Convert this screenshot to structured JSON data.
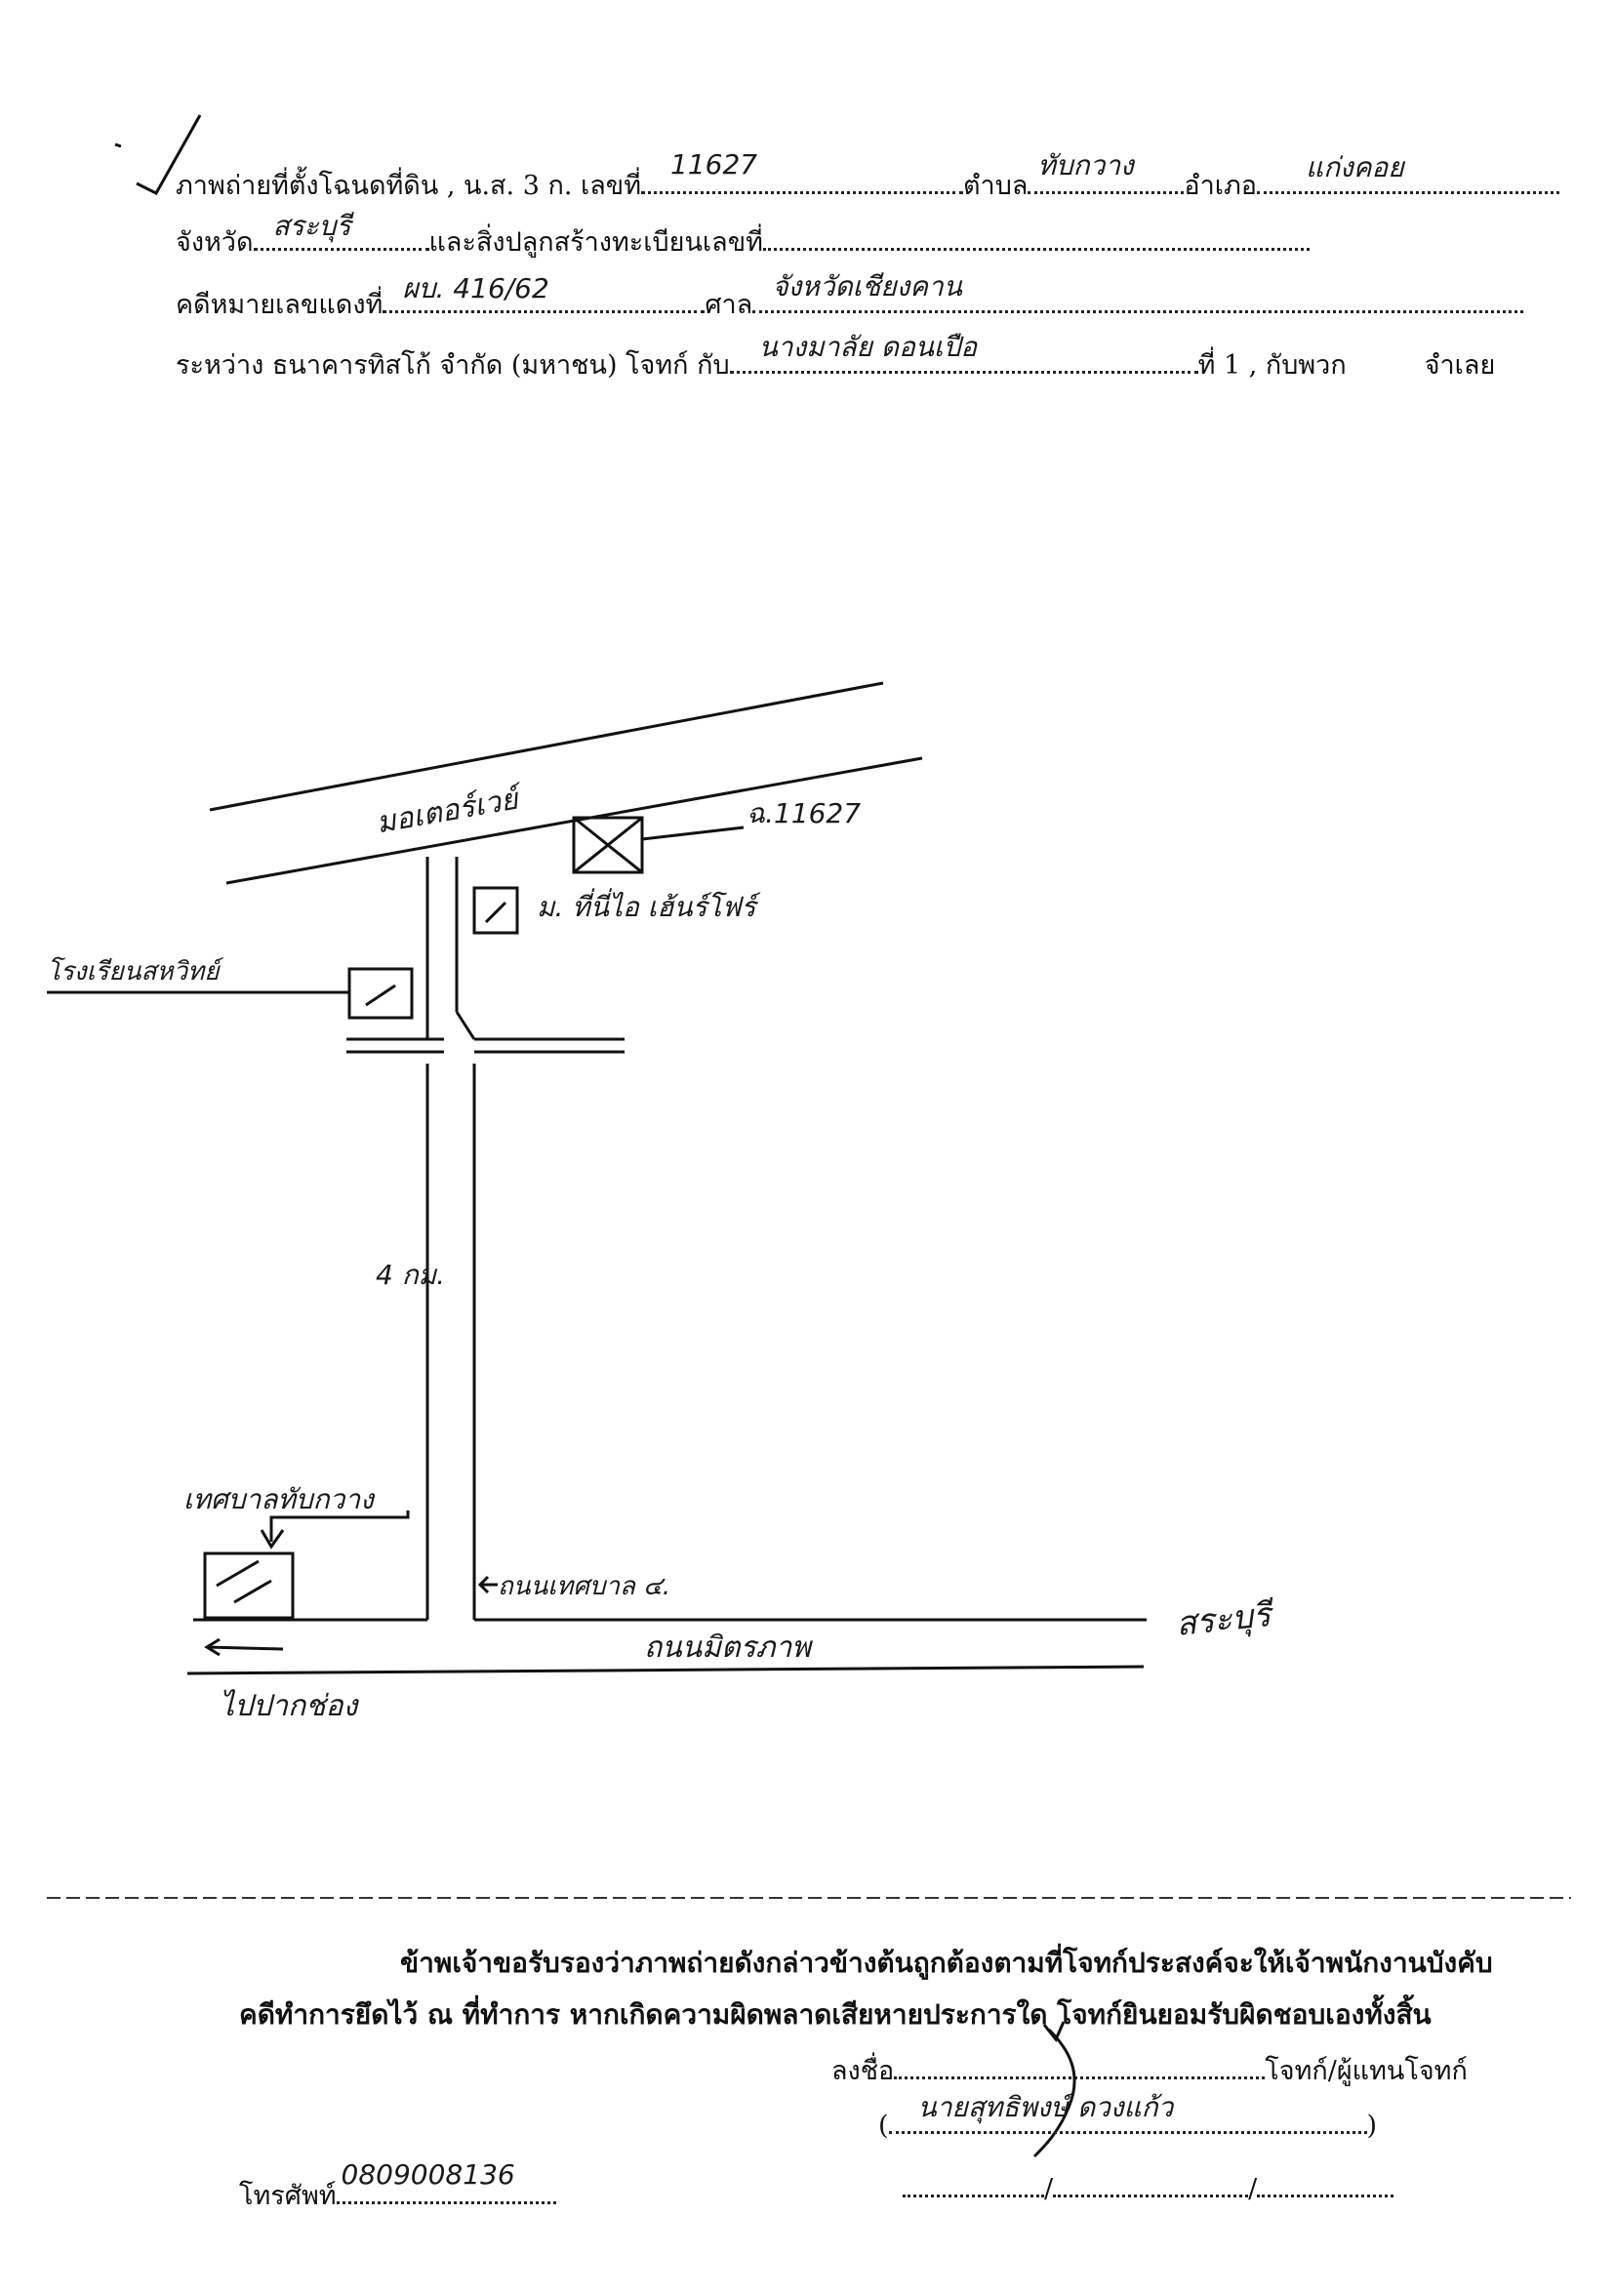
{
  "header": {
    "line1": {
      "prefix": "ภาพถ่ายที่ตั้งโฉนดที่ดิน , น.ส. 3 ก. เลขที่",
      "deed_no": "11627",
      "tambon_label": "ตำบล",
      "tambon_value": "ทับกวาง",
      "amphoe_label": "อำเภอ",
      "amphoe_value": "แก่งคอย"
    },
    "line2": {
      "province_label": "จังหวัด",
      "province_value": "สระบุรี",
      "building_label": "และสิ่งปลูกสร้างทะเบียนเลขที่"
    },
    "line3": {
      "case_label": "คดีหมายเลขแดงที่",
      "case_value": "ผบ. 416/62",
      "court_label": "ศาล",
      "court_value": "จังหวัดเชียงคาน"
    },
    "line4": {
      "parties_prefix": "ระหว่าง ธนาคารทิสโก้ จำกัด (มหาชน) โจทก์ กับ",
      "defendant": "นางมาลัย ดอนเปือ",
      "suffix": "ที่ 1 , กับพวก",
      "role": "จำเลย"
    }
  },
  "map": {
    "road_top": "มอเตอร์เวย์",
    "plot_label": "ฉ.11627",
    "village_label": "ม. ที่นี่ไอ เฮ้นร์โฟร์",
    "school_label": "โรงเรียนสหวิทย์",
    "distance_label": "4 กม.",
    "municipality_label": "เทศบาลทับกวาง",
    "muni_road_label": "ถนนเทศบาล ๔.",
    "main_road_label": "ถนนมิตรภาพ",
    "dest_right": "สระบุรี",
    "dest_left": "ไปปากช่อง"
  },
  "certification": {
    "line1": "ข้าพเจ้าขอรับรองว่าภาพถ่ายดังกล่าวข้างต้นถูกต้องตามที่โจทก์ประสงค์จะให้เจ้าพนักงานบังคับ",
    "line2": "คดีทำการยึดไว้ ณ ที่ทำการ หากเกิดความผิดพลาดเสียหายประการใด โจทก์ยินยอมรับผิดชอบเองทั้งสิ้น"
  },
  "signature": {
    "sign_label": "ลงชื่อ",
    "role_label": "โจทก์/ผู้แทนโจทก์",
    "printed_name": "นายสุทธิพงษ์ ดวงแก้ว",
    "date_sep1": "/",
    "date_sep2": "/"
  },
  "phone": {
    "label": "โทรศัพท์",
    "value": "0809008136"
  }
}
